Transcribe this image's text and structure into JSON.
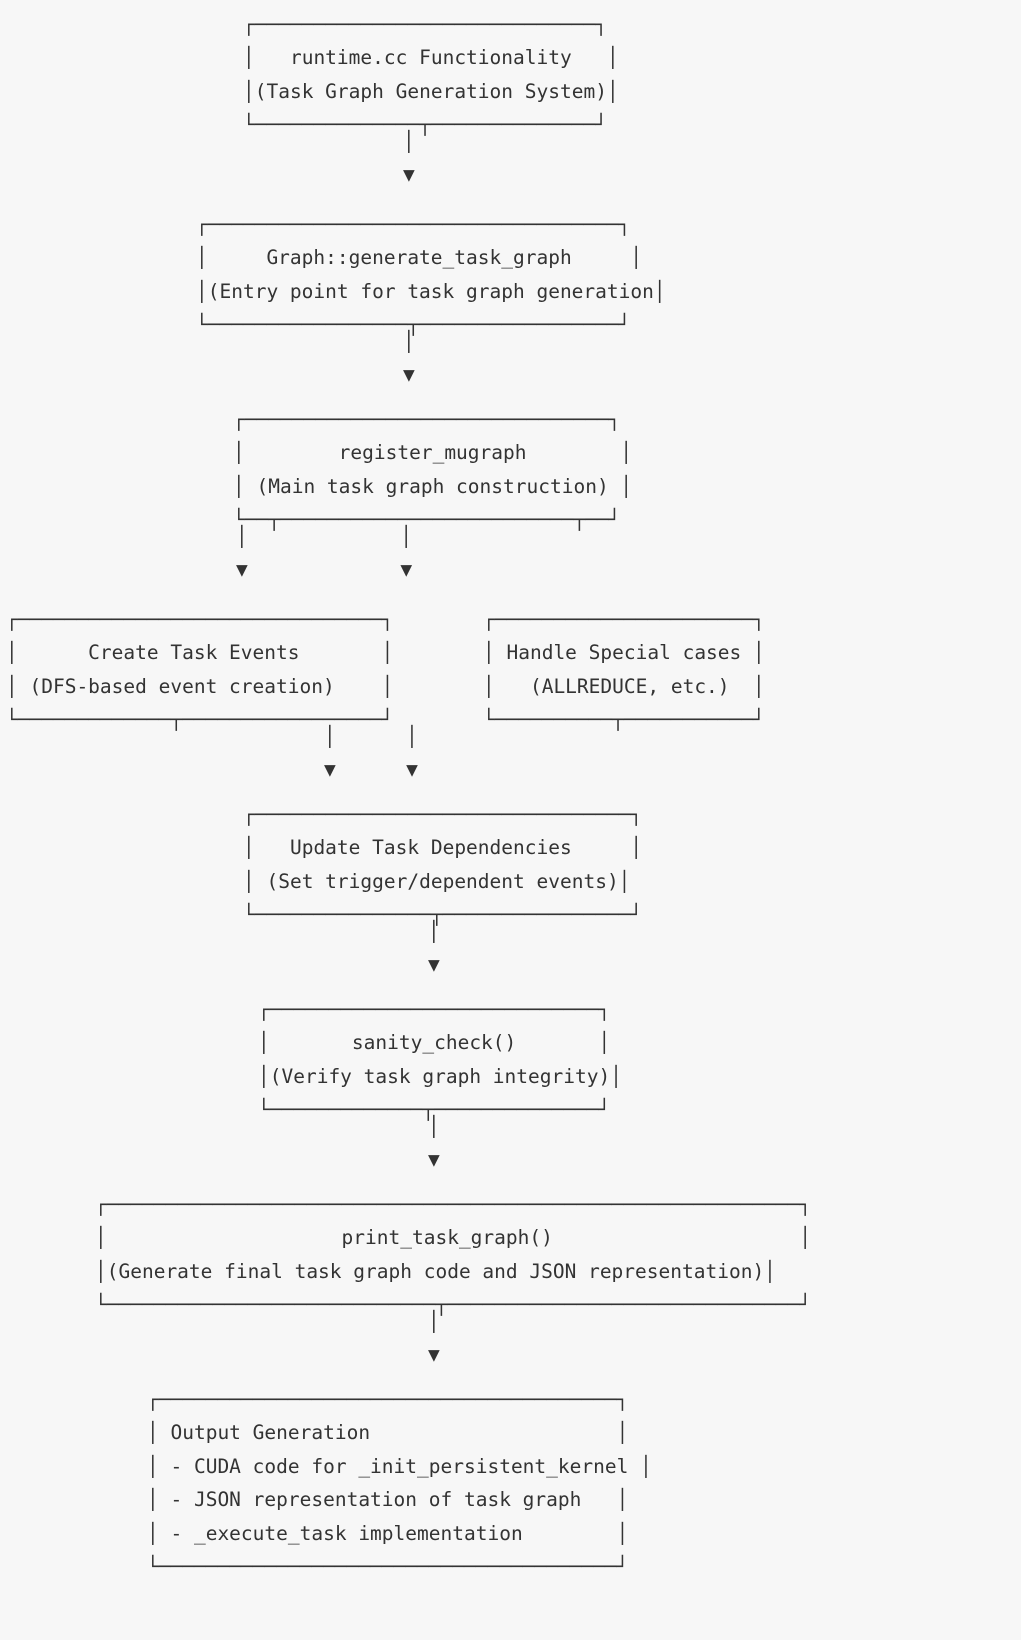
{
  "diagram": {
    "type": "flowchart",
    "style": "ascii-art",
    "title": "runtime.cc Functionality",
    "colors": {
      "background": "#f7f7f7",
      "text": "#333333"
    },
    "nodes": {
      "root": {
        "title": "runtime.cc Functionality",
        "subtitle": "(Task Graph Generation System)",
        "ascii": "┌─────────────────────────────┐\n│   runtime.cc Functionality   │\n│(Task Graph Generation System)│\n└──────────────┬──────────────┘"
      },
      "entry": {
        "title": "Graph::generate_task_graph",
        "subtitle": "(Entry point for task graph generation",
        "ascii": "┌───────────────────────────────────┐\n│     Graph::generate_task_graph     │\n│(Entry point for task graph generation│\n└─────────────────┬─────────────────┘"
      },
      "register": {
        "title": "register_mugraph",
        "subtitle": "(Main task graph construction)",
        "ascii": "┌───────────────────────────────┐\n│        register_mugraph        │\n│ (Main task graph construction) │\n└──┬─────────────────────────┬──┘"
      },
      "create_task_events": {
        "title": "Create Task Events",
        "subtitle": "(DFS-based event creation)",
        "ascii": "┌───────────────────────────────┐\n│      Create Task Events       │\n│ (DFS-based event creation)    │\n└─────────────┬─────────────────┘"
      },
      "handle_special": {
        "title": "Handle Special cases",
        "subtitle": "(ALLREDUCE, etc.)",
        "ascii": "┌──────────────────────┐\n│ Handle Special cases │\n│   (ALLREDUCE, etc.)  │\n└──────────┬───────────┘"
      },
      "update_deps": {
        "title": "Update Task Dependencies",
        "subtitle": "(Set trigger/dependent events)",
        "ascii": "┌────────────────────────────────┐\n│   Update Task Dependencies     │\n│ (Set trigger/dependent events)│\n└───────────────┬────────────────┘"
      },
      "sanity_check": {
        "title": "sanity_check()",
        "subtitle": "(Verify task graph integrity)",
        "ascii": "┌────────────────────────────┐\n│       sanity_check()       │\n│(Verify task graph integrity)│\n└─────────────┬──────────────┘"
      },
      "print_task_graph": {
        "title": "print_task_graph()",
        "subtitle": "(Generate final task graph code and JSON representation)",
        "ascii": "┌───────────────────────────────────────────────────────────┐\n│                    print_task_graph()                     │\n│(Generate final task graph code and JSON representation)│\n└────────────────────────────┬──────────────────────────────┘"
      },
      "output_generation": {
        "title": "Output Generation",
        "items": [
          "- CUDA code for _init_persistent_kernel",
          "- JSON representation of task graph",
          "- _execute_task implementation"
        ],
        "ascii": "┌───────────────────────────────────────┐\n│ Output Generation                     │\n│ - CUDA code for _init_persistent_kernel │\n│ - JSON representation of task graph   │\n│ - _execute_task implementation        │\n└───────────────────────────────────────┘"
      }
    },
    "connectors": {
      "root_to_entry": "│\n▼",
      "entry_to_register": "│\n▼",
      "register_split": "│             │\n▼             ▼",
      "branches_to_update": "│      │\n▼      ▼",
      "update_to_sanity": "│\n▼",
      "sanity_to_print": "│\n▼",
      "print_to_output": "│\n▼"
    }
  }
}
